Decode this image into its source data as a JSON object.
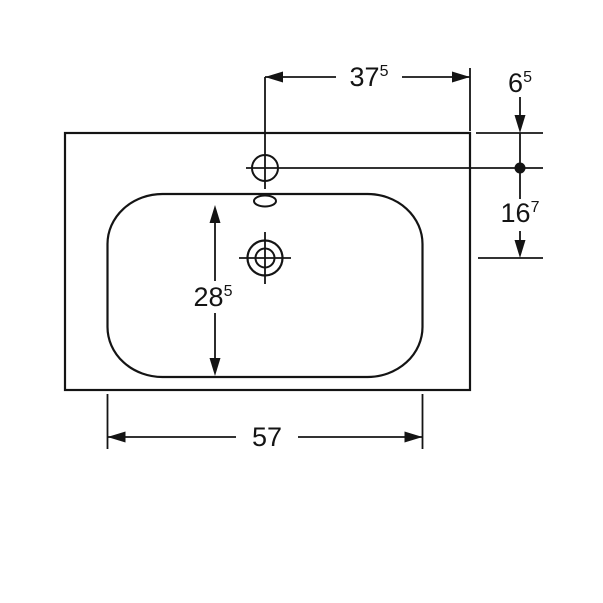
{
  "drawing": {
    "title": "washbasin-top-view-dimension-drawing",
    "dimensions": {
      "tap_to_right_edge": {
        "value": "37",
        "sup": "5"
      },
      "rear_edge_to_tap": {
        "value": "6",
        "sup": "5"
      },
      "tap_to_drain": {
        "value": "16",
        "sup": "7"
      },
      "basin_front_to_back": {
        "value": "28",
        "sup": "5"
      },
      "basin_width": {
        "value": "57",
        "sup": ""
      }
    },
    "colors": {
      "line": "#141414",
      "background": "#ffffff"
    }
  }
}
